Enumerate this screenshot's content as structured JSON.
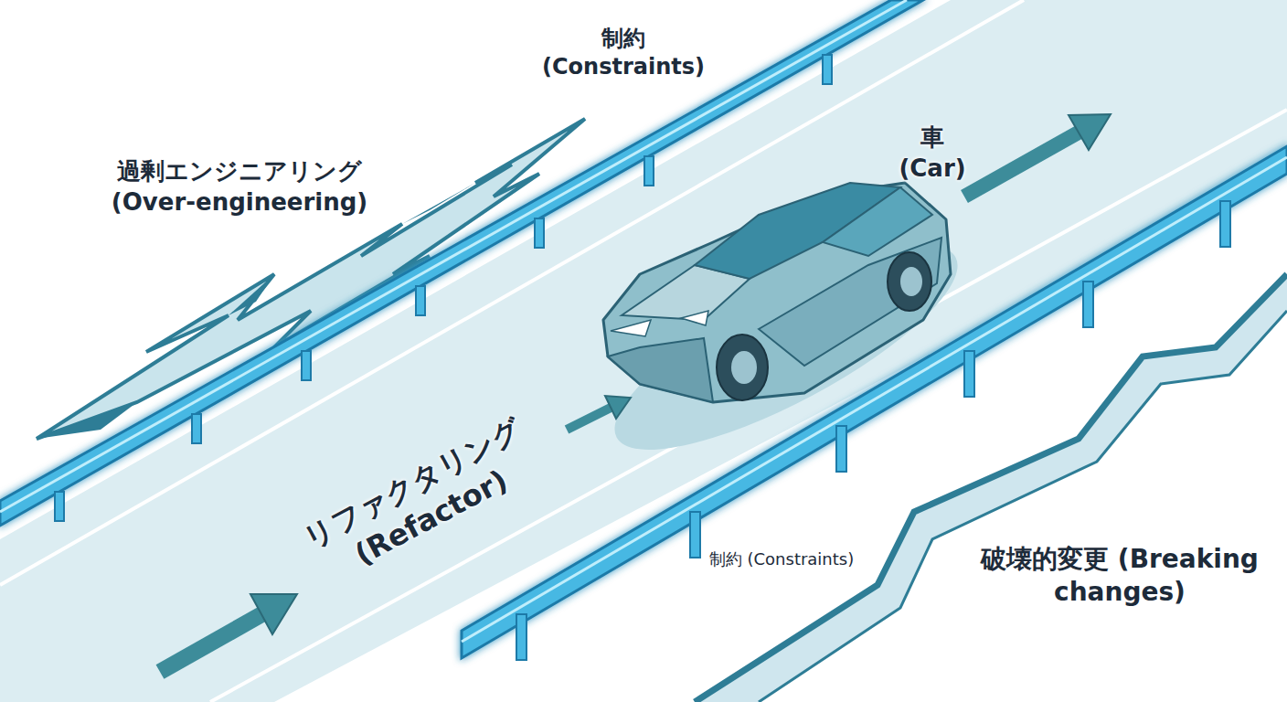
{
  "diagram": {
    "labels": [
      "制約 (Constraints)",
      "過剰エンジニアリング (Over-engineering)",
      "車 (Car)",
      "リファクタリング (Refactor)",
      "制約 (Constraints)",
      "破壊的変更 (Breaking changes)"
    ]
  }
}
